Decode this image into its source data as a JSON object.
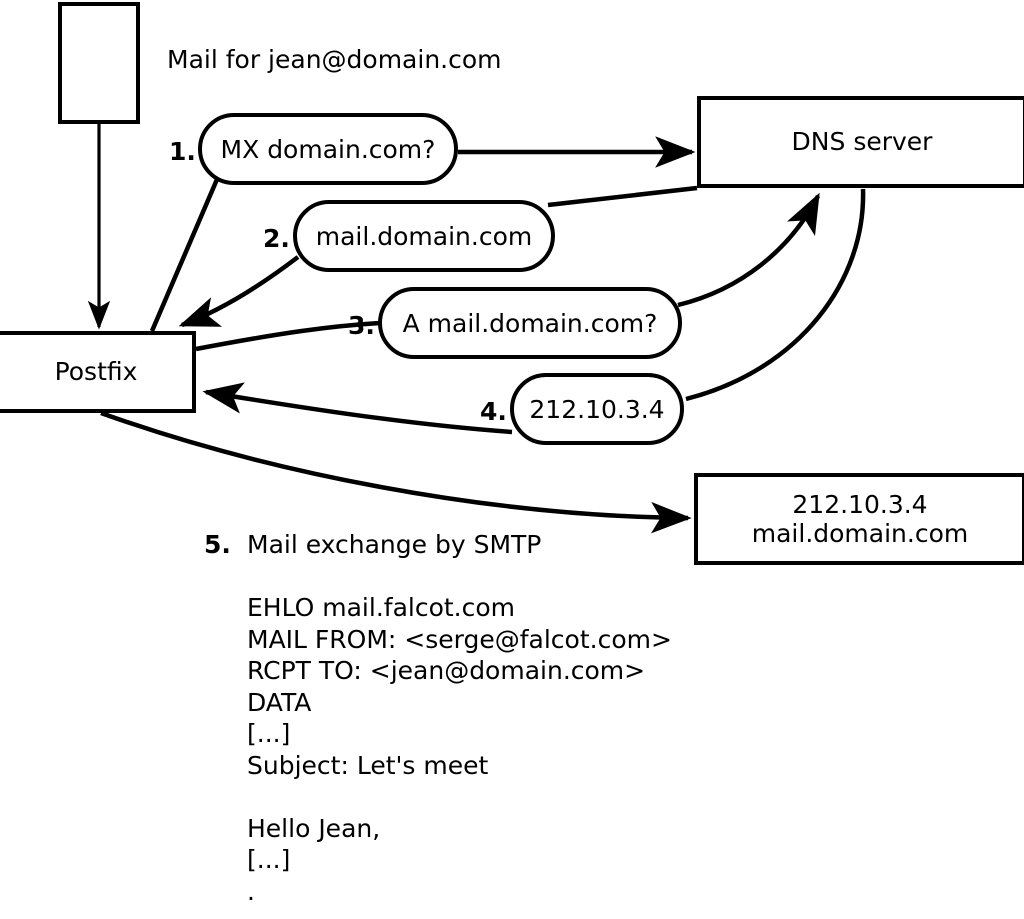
{
  "diagram": {
    "title": "Mail for jean@domain.com",
    "nodes": {
      "client": "",
      "postfix": "Postfix",
      "dns": "DNS server",
      "mail_server_ip": "212.10.3.4",
      "mail_server_host": "mail.domain.com"
    },
    "steps": [
      {
        "number": "1.",
        "label": "MX domain.com?"
      },
      {
        "number": "2.",
        "label": "mail.domain.com"
      },
      {
        "number": "3.",
        "label": "A mail.domain.com?"
      },
      {
        "number": "4.",
        "label": "212.10.3.4"
      },
      {
        "number": "5.",
        "label": "Mail exchange by SMTP"
      }
    ],
    "transcript": [
      "EHLO mail.falcot.com",
      "MAIL FROM: <serge@falcot.com>",
      "RCPT TO: <jean@domain.com>",
      "DATA",
      "[...]",
      "Subject: Let's meet",
      "",
      "Hello Jean,",
      "[...]",
      "."
    ],
    "colors": {
      "stroke": "#000000",
      "background": "#ffffff"
    }
  }
}
